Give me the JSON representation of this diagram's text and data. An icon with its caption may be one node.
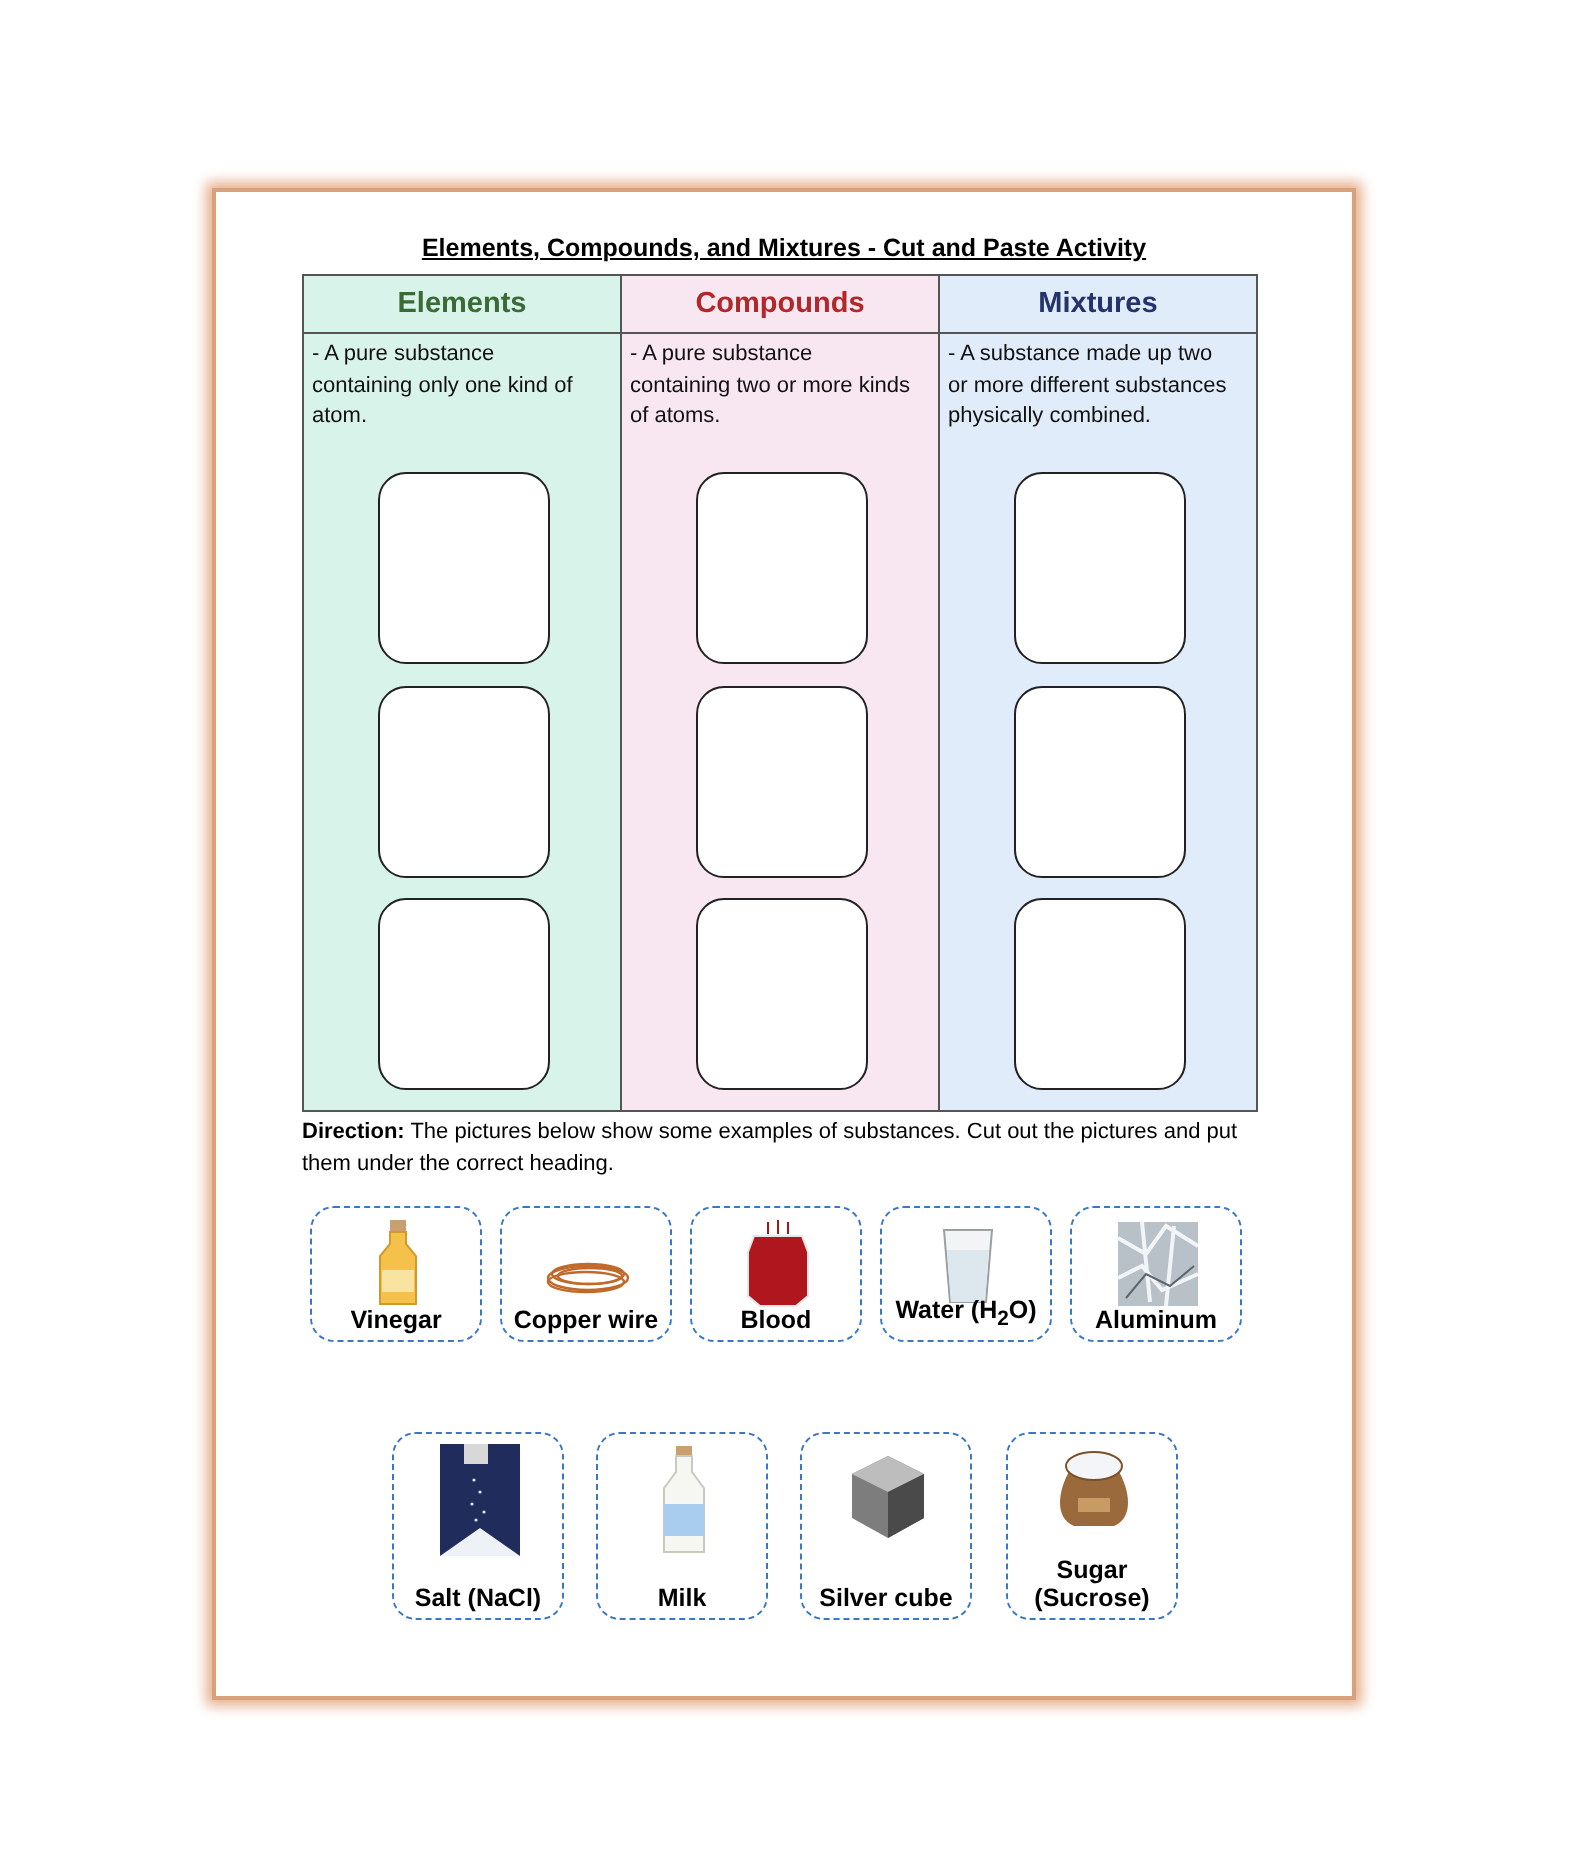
{
  "diagram": {
    "title": "Elements, Compounds, and Mixtures - Cut and Paste Activity",
    "nodes": [
      {
        "text": [
          "Elements",
          "- A pure substance containing only one kind of atom."
        ]
      },
      {
        "text": [
          "Compounds",
          "- A pure substance containing two or more kinds of atoms."
        ]
      },
      {
        "text": [
          "Mixtures",
          "- A substance made up two or more different substances physically combined."
        ]
      },
      {
        "text": [],
        "shape": "box",
        "in": 0
      },
      {
        "text": [],
        "shape": "box",
        "in": 0
      },
      {
        "text": [],
        "shape": "box",
        "in": 0
      },
      {
        "text": [],
        "shape": "box",
        "in": 1
      },
      {
        "text": [],
        "shape": "box",
        "in": 1
      },
      {
        "text": [],
        "shape": "box",
        "in": 1
      },
      {
        "text": [],
        "shape": "box",
        "in": 2
      },
      {
        "text": [],
        "shape": "box",
        "in": 2
      },
      {
        "text": [],
        "shape": "box",
        "in": 2
      },
      {
        "text": [
          "Vinegar"
        ]
      },
      {
        "text": [
          "Copper wire"
        ]
      },
      {
        "text": [
          "Blood"
        ]
      },
      {
        "text": [
          "Water (H$_{2}$O)"
        ]
      },
      {
        "text": [
          "Aluminum"
        ]
      },
      {
        "text": [
          "Salt (NaCl)"
        ]
      },
      {
        "text": [
          "Milk"
        ]
      },
      {
        "text": [
          "Silver cube"
        ]
      },
      {
        "text": [
          "Sugar (Sucrose)"
        ]
      }
    ],
    "labels": [
      "**Direction:** The pictures below show some examples of substances. Cut out the pictures and put them under the correct heading."
    ]
  }
}
